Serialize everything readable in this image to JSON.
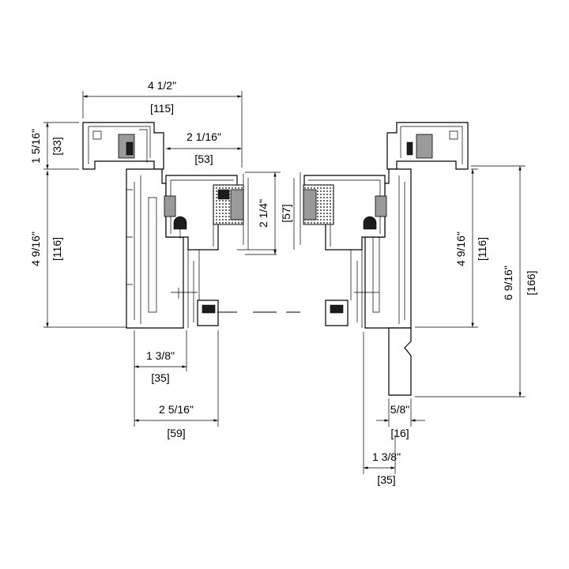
{
  "dimensions": {
    "overall_width_in": "4 1/2\"",
    "overall_width_mm": "[115]",
    "head_height_in": "1 5/16\"",
    "head_height_mm": "[33]",
    "sash_width_in": "2 1/16\"",
    "sash_width_mm": "[53]",
    "glass_depth_in": "2 1/4\"",
    "glass_depth_mm": "[57]",
    "left_height_in": "4 9/16\"",
    "left_height_mm": "[116]",
    "left_inner_in": "1 3/8\"",
    "left_inner_mm": "[35]",
    "left_bottom_in": "2 5/16\"",
    "left_bottom_mm": "[59]",
    "right_height_in": "4 9/16\"",
    "right_height_mm": "[116]",
    "right_overall_in": "6 9/16\"",
    "right_overall_mm": "[166]",
    "right_ext_in": "5/8\"",
    "right_ext_mm": "[16]",
    "right_inner_in": "1 3/8\"",
    "right_inner_mm": "[35]"
  },
  "colors": {
    "line": "#000000",
    "fill": "#9a9a9a",
    "background": "#ffffff"
  }
}
